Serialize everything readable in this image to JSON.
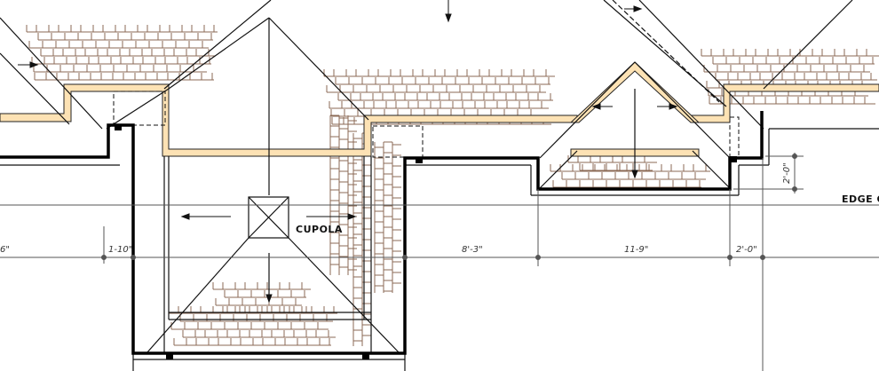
{
  "drawing": {
    "labels": {
      "cupola": "CUPOLA",
      "edge": "EDGE O"
    },
    "dimensions": {
      "left_partial": "6\"",
      "dim_1_10": "1-10\"",
      "dim_8_3": "8'-3\"",
      "dim_11_9": "11-9\"",
      "dim_2_0_h": "2'-0\"",
      "dim_2_0_v": "2'-0\""
    },
    "colors": {
      "fascia": "#fde2b4",
      "shingle": "#8b6a55",
      "wall": "#000000",
      "dimension": "#555555"
    }
  }
}
